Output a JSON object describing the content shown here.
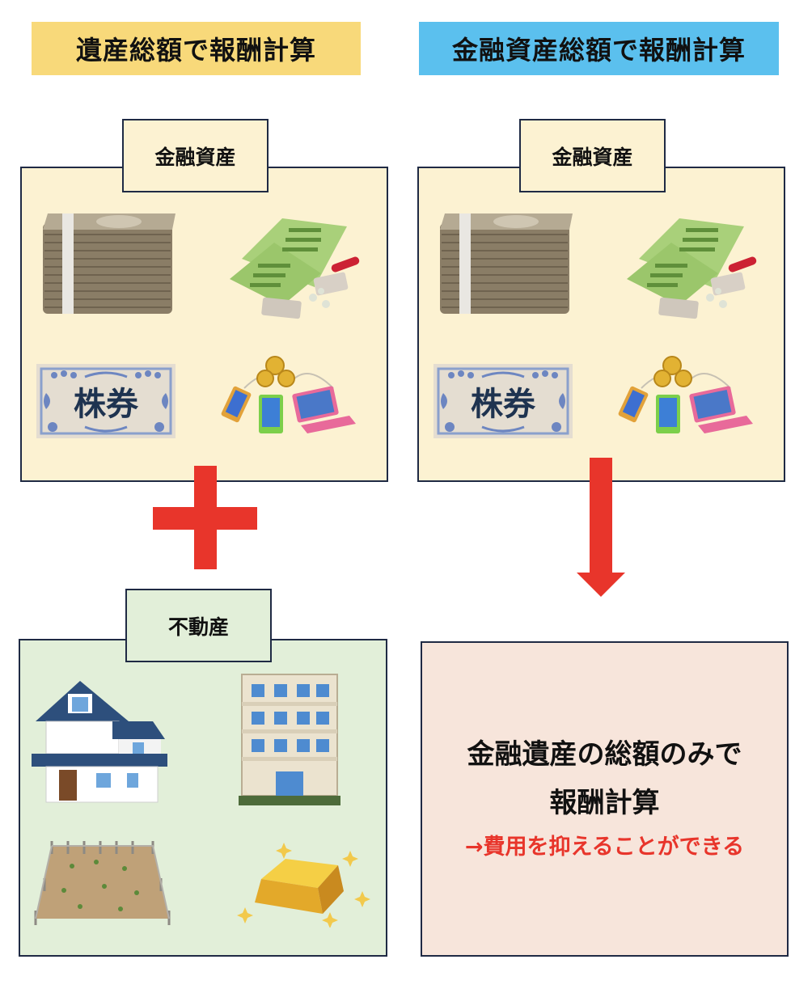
{
  "left_column": {
    "heading": "遺産総額で報酬計算",
    "financial_box": {
      "tab": "金融資産",
      "icons": [
        "cash-stack-icon",
        "bankbook-icon",
        "stock-certificate-icon",
        "online-assets-icon"
      ],
      "stock_text": "株券"
    },
    "plus_symbol": "plus-icon",
    "realestate_box": {
      "tab": "不動産",
      "icons": [
        "house-icon",
        "apartment-building-icon",
        "fenced-land-icon",
        "gold-bar-icon"
      ]
    }
  },
  "right_column": {
    "heading": "金融資産総額で報酬計算",
    "financial_box": {
      "tab": "金融資産",
      "icons": [
        "cash-stack-icon",
        "bankbook-icon",
        "stock-certificate-icon",
        "online-assets-icon"
      ],
      "stock_text": "株券"
    },
    "arrow_symbol": "down-arrow-icon",
    "conclusion": {
      "line1": "金融遺産の総額のみで",
      "line2": "報酬計算",
      "note": "→費用を抑えることができる"
    }
  },
  "colors": {
    "left_heading_bg": "#f8d97a",
    "right_heading_bg": "#5bc0ee",
    "financial_box_bg": "#fcf2d2",
    "realestate_box_bg": "#e2efd9",
    "conclusion_box_bg": "#f7e5db",
    "accent_red": "#e8352b",
    "border": "#1f2a44"
  }
}
